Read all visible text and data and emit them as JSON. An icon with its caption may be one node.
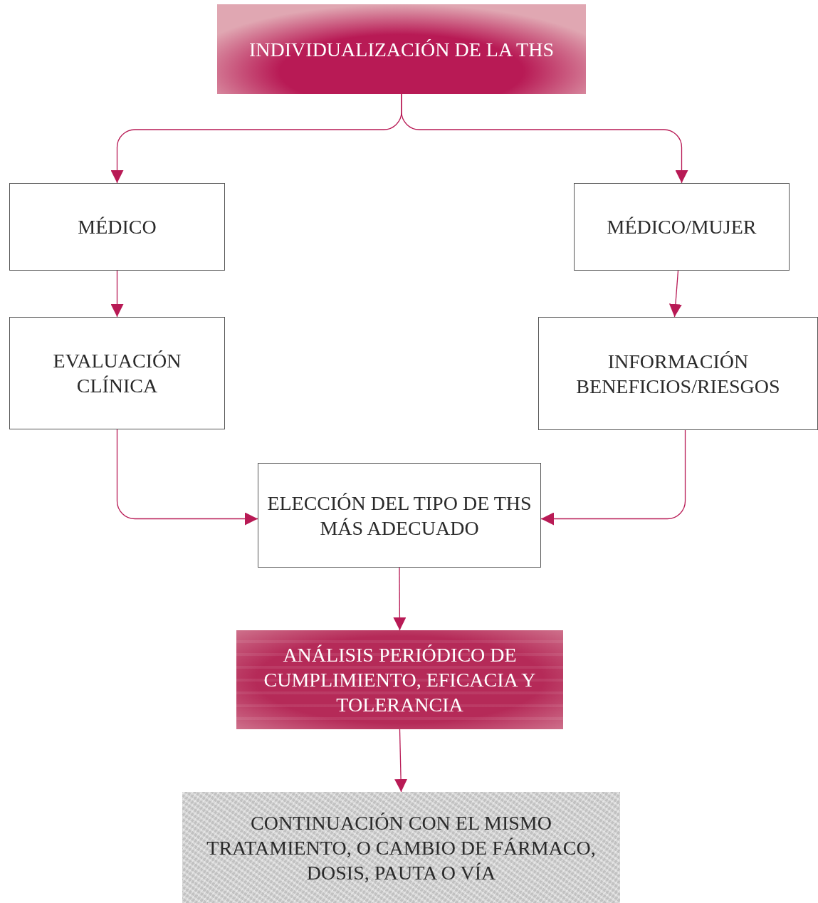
{
  "diagram": {
    "nodes": [
      {
        "text": [
          "INDIVIDUALIZACIÓN DE LA THS"
        ]
      },
      {
        "text": [
          "MÉDICO"
        ]
      },
      {
        "text": [
          "MÉDICO/MUJER"
        ]
      },
      {
        "text": [
          "EVALUACIÓN CLÍNICA"
        ]
      },
      {
        "text": [
          "INFORMACIÓN BENEFICIOS/RIESGOS"
        ]
      },
      {
        "text": [
          "ELECCIÓN DEL TIPO DE THS MÁS ADECUADO"
        ]
      },
      {
        "text": [
          "ANÁLISIS PERIÓDICO DE CUMPLIMIENTO, EFICACIA Y TOLERANCIA"
        ]
      },
      {
        "text": [
          "CONTINUACIÓN CON EL MISMO TRATAMIENTO, O CAMBIO DE FÁRMACO, DOSIS, PAUTA O VÍA"
        ]
      }
    ],
    "edges": [
      {
        "from": 0,
        "to": 1,
        "arrow": "to"
      },
      {
        "from": 0,
        "to": 2,
        "arrow": "to"
      },
      {
        "from": 1,
        "to": 3,
        "arrow": "to"
      },
      {
        "from": 2,
        "to": 4,
        "arrow": "to"
      },
      {
        "from": 3,
        "to": 5,
        "arrow": "to"
      },
      {
        "from": 4,
        "to": 5,
        "arrow": "to"
      },
      {
        "from": 5,
        "to": 6,
        "arrow": "to"
      },
      {
        "from": 6,
        "to": 7,
        "arrow": "to"
      }
    ]
  }
}
